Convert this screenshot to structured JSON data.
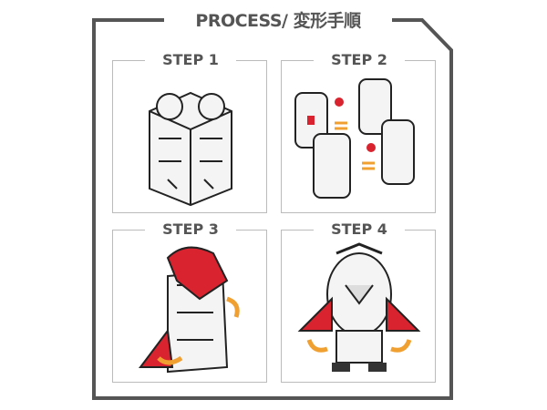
{
  "title": "PROCESS/ 変形手順",
  "colors": {
    "frame": "#555555",
    "accent": "#d9232e",
    "arrow": "#f0a030"
  },
  "steps": [
    {
      "label": "STEP 1"
    },
    {
      "label": "STEP 2"
    },
    {
      "label": "STEP 3"
    },
    {
      "label": "STEP 4"
    }
  ]
}
